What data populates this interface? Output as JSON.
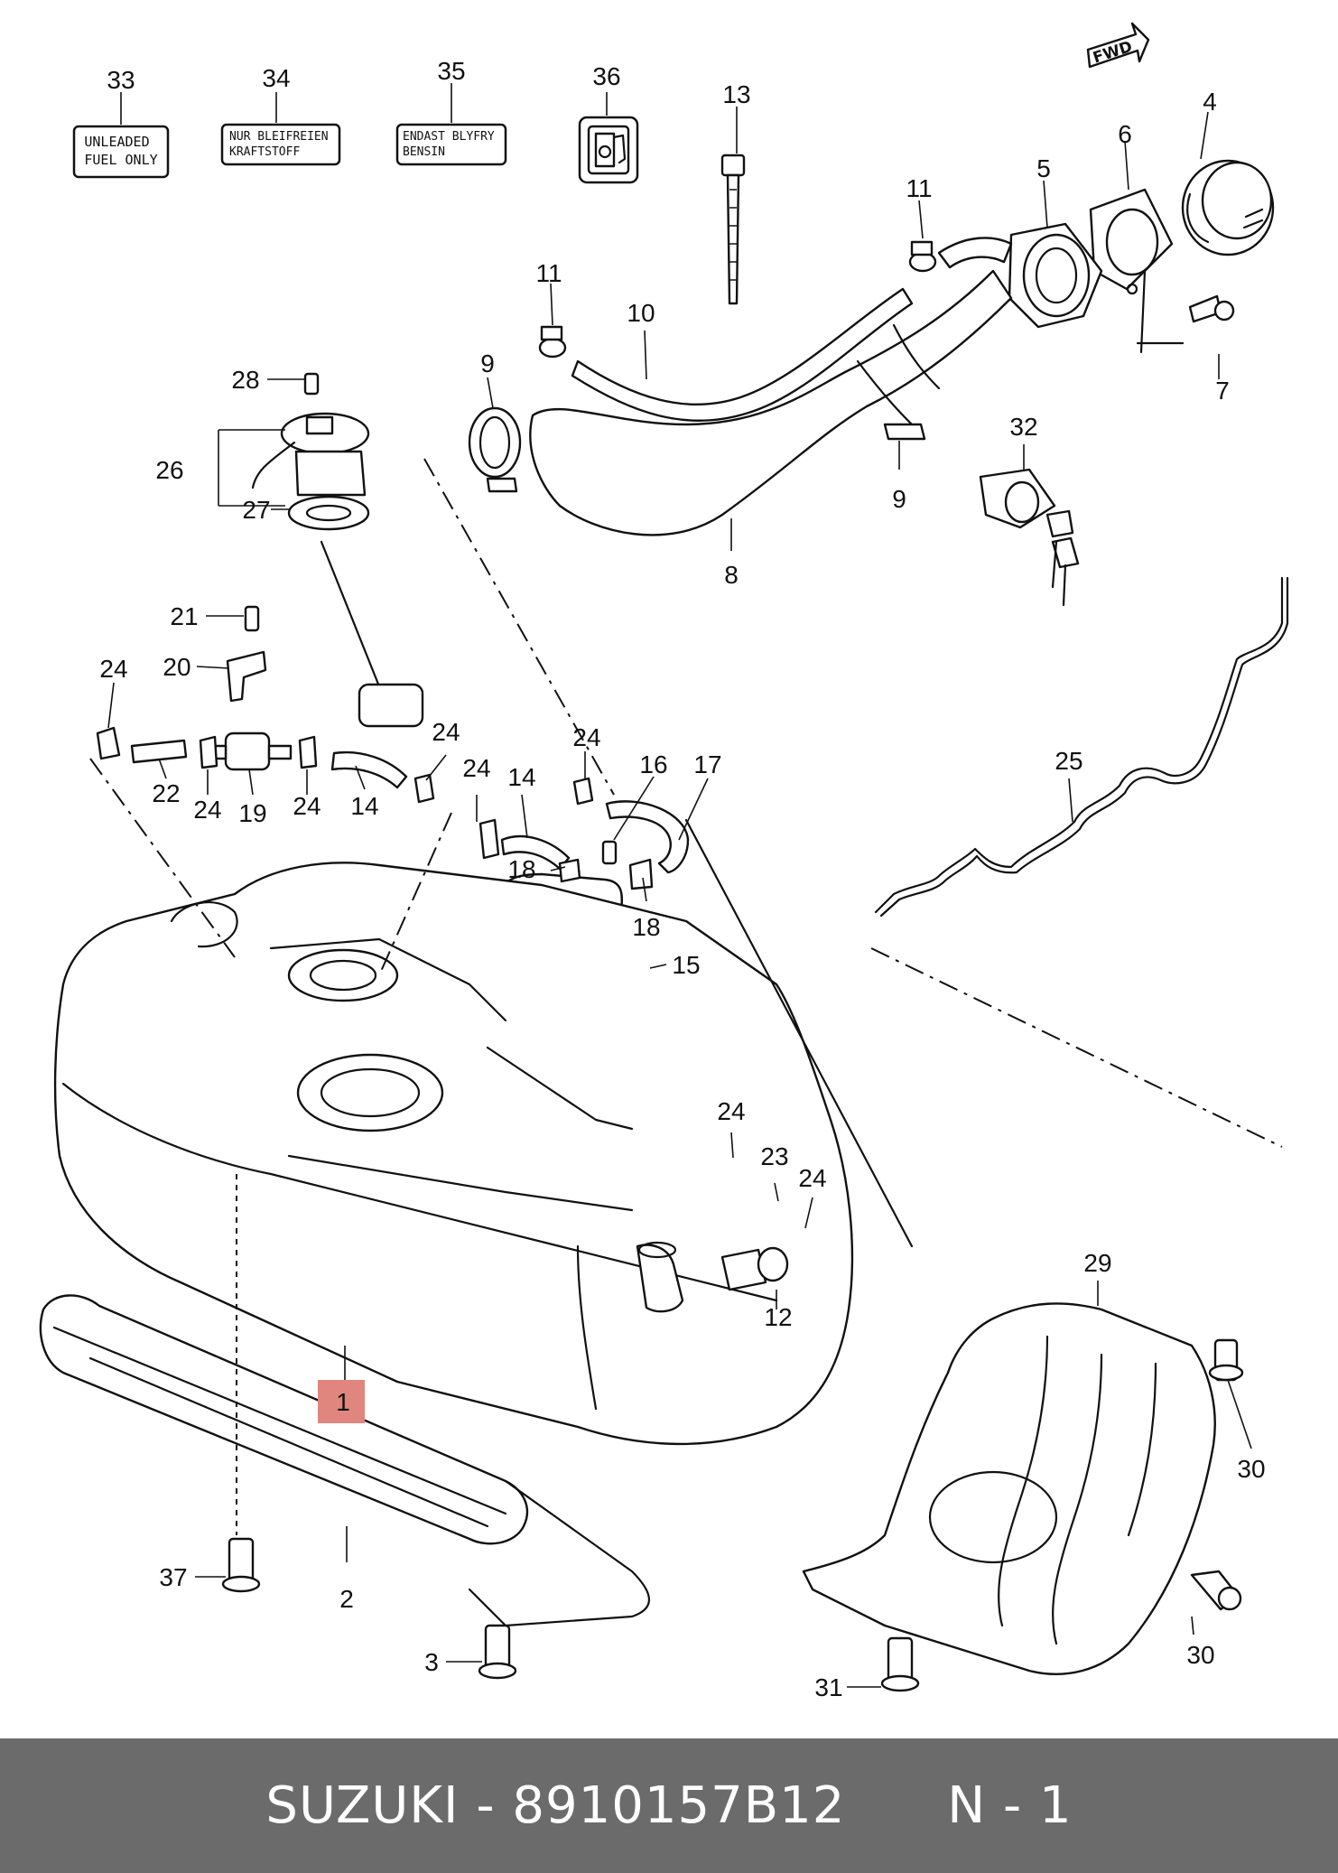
{
  "labels": {
    "l33": "UNLEADED\nFUEL ONLY",
    "l34": "NUR BLEIFREIEN\nKRAFTSTOFF",
    "l35": "ENDAST BLYFRY\nBENSIN",
    "fwd": "FWD"
  },
  "callouts": [
    {
      "id": "c33",
      "text": "33"
    },
    {
      "id": "c34",
      "text": "34"
    },
    {
      "id": "c35",
      "text": "35"
    },
    {
      "id": "c36",
      "text": "36"
    },
    {
      "id": "c13",
      "text": "13"
    },
    {
      "id": "c4",
      "text": "4"
    },
    {
      "id": "c6",
      "text": "6"
    },
    {
      "id": "c5",
      "text": "5"
    },
    {
      "id": "c11a",
      "text": "11"
    },
    {
      "id": "c11b",
      "text": "11"
    },
    {
      "id": "c10",
      "text": "10"
    },
    {
      "id": "c9a",
      "text": "9"
    },
    {
      "id": "c9b",
      "text": "9"
    },
    {
      "id": "c8",
      "text": "8"
    },
    {
      "id": "c7",
      "text": "7"
    },
    {
      "id": "c32",
      "text": "32"
    },
    {
      "id": "c28",
      "text": "28"
    },
    {
      "id": "c26",
      "text": "26"
    },
    {
      "id": "c27",
      "text": "27"
    },
    {
      "id": "c21",
      "text": "21"
    },
    {
      "id": "c20",
      "text": "20"
    },
    {
      "id": "c24a",
      "text": "24"
    },
    {
      "id": "c22",
      "text": "22"
    },
    {
      "id": "c24b",
      "text": "24"
    },
    {
      "id": "c19",
      "text": "19"
    },
    {
      "id": "c24c",
      "text": "24"
    },
    {
      "id": "c14a",
      "text": "14"
    },
    {
      "id": "c24d",
      "text": "24"
    },
    {
      "id": "c24e",
      "text": "24"
    },
    {
      "id": "c24f",
      "text": "24"
    },
    {
      "id": "c14b",
      "text": "14"
    },
    {
      "id": "c16",
      "text": "16"
    },
    {
      "id": "c17",
      "text": "17"
    },
    {
      "id": "c18a",
      "text": "18"
    },
    {
      "id": "c18b",
      "text": "18"
    },
    {
      "id": "c15",
      "text": "15"
    },
    {
      "id": "c25",
      "text": "25"
    },
    {
      "id": "c24g",
      "text": "24"
    },
    {
      "id": "c23",
      "text": "23"
    },
    {
      "id": "c24h",
      "text": "24"
    },
    {
      "id": "c12",
      "text": "12"
    },
    {
      "id": "c29",
      "text": "29"
    },
    {
      "id": "c1",
      "text": "1"
    },
    {
      "id": "c30a",
      "text": "30"
    },
    {
      "id": "c37",
      "text": "37"
    },
    {
      "id": "c2",
      "text": "2"
    },
    {
      "id": "c30b",
      "text": "30"
    },
    {
      "id": "c3",
      "text": "3"
    },
    {
      "id": "c31",
      "text": "31"
    }
  ],
  "highlight": {
    "color": "#e0867e"
  },
  "footer": {
    "brand": "SUZUKI",
    "separator": " - ",
    "part_number": "8910157B12",
    "note": "N - 1"
  }
}
